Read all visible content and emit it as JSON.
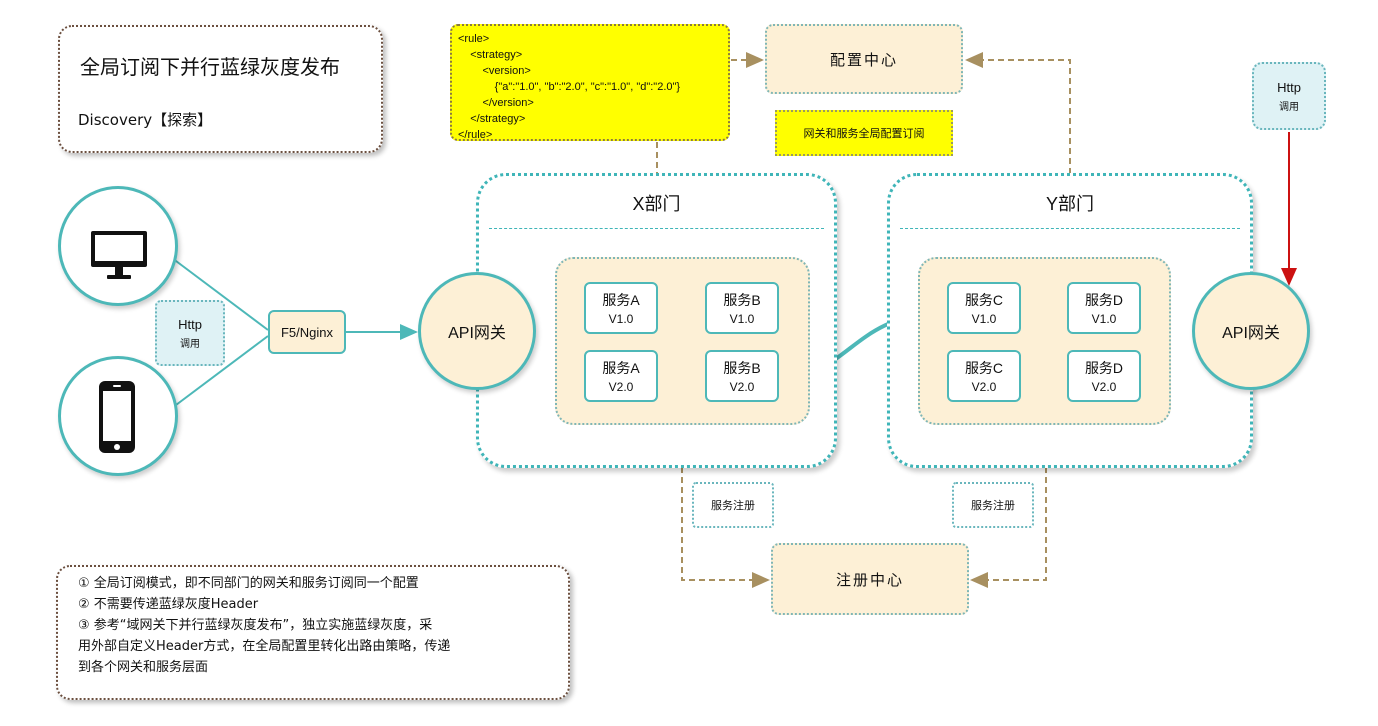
{
  "title": {
    "main": "全局订阅下并行蓝绿灰度发布",
    "sub": "Discovery【探索】"
  },
  "xml_rule": {
    "lines": [
      "<rule>",
      "    <strategy>",
      "        <version>",
      "            {\"a\":\"1.0\", \"b\":\"2.0\", \"c\":\"1.0\", \"d\":\"2.0\"}",
      "        </version>",
      "    </strategy>",
      "</rule>"
    ]
  },
  "config_center": "配置中心",
  "subscription_note": "网关和服务全局配置订阅",
  "http_call_right": {
    "title": "Http",
    "sub": "调用"
  },
  "http_call_left": {
    "title": "Http",
    "sub": "调用"
  },
  "f5": "F5/Nginx",
  "gateway_left": "API网关",
  "gateway_right": "API网关",
  "dept_x": {
    "title": "X部门",
    "services": [
      {
        "name": "服务A",
        "version": "V1.0"
      },
      {
        "name": "服务B",
        "version": "V1.0"
      },
      {
        "name": "服务A",
        "version": "V2.0"
      },
      {
        "name": "服务B",
        "version": "V2.0"
      }
    ]
  },
  "dept_y": {
    "title": "Y部门",
    "services": [
      {
        "name": "服务C",
        "version": "V1.0"
      },
      {
        "name": "服务D",
        "version": "V1.0"
      },
      {
        "name": "服务C",
        "version": "V2.0"
      },
      {
        "name": "服务D",
        "version": "V2.0"
      }
    ]
  },
  "service_register_left": "服务注册",
  "service_register_right": "服务注册",
  "registry_center": "注册中心",
  "notes": [
    "① 全局订阅模式，即不同部门的网关和服务订阅同一个配置",
    "② 不需要传递蓝绿灰度Header",
    "③ 参考“域网关下并行蓝绿灰度发布”，独立实施蓝绿灰度，采",
    "用外部自定义Header方式，在全局配置里转化出路由策略，传递",
    "到各个网关和服务层面"
  ],
  "colors": {
    "teal": "#4db8b8",
    "cream": "#fdf0d6",
    "yellow": "#ffff00",
    "red": "#cc1111",
    "brown_dashed": "#a89060"
  }
}
